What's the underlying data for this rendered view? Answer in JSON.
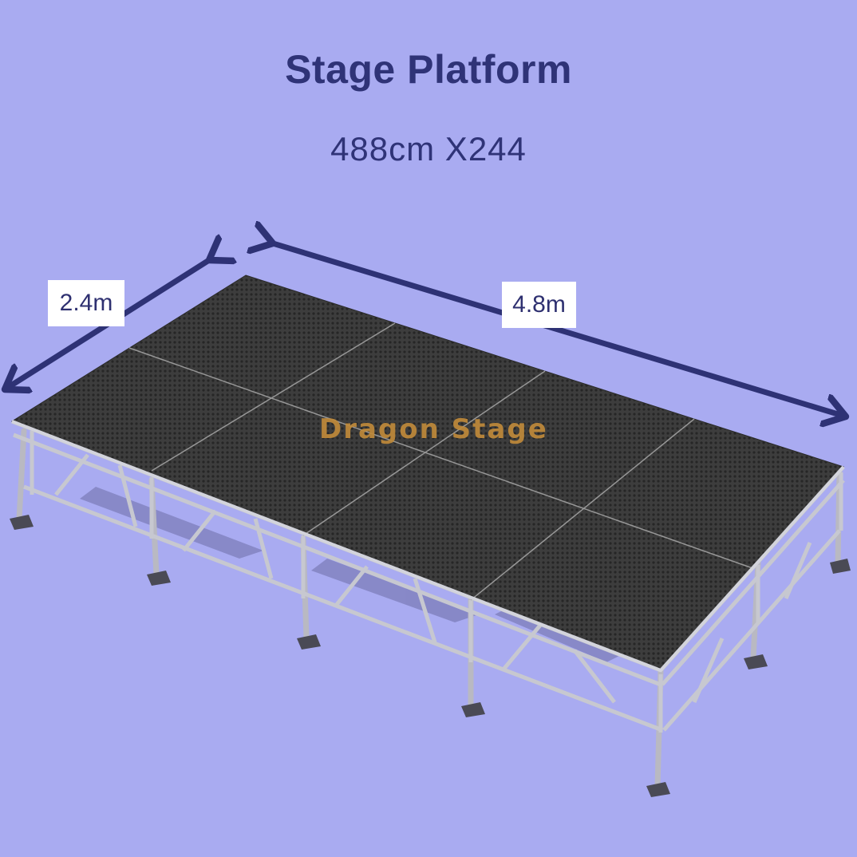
{
  "header": {
    "title": "Stage Platform",
    "subtitle": "488cm X244"
  },
  "dimensions": {
    "width_label": "2.4m",
    "length_label": "4.8m"
  },
  "watermark": "Dragon Stage",
  "product": {
    "type": "modular aluminum stage platform",
    "deck_panels": 8,
    "deck_grid": "4 x 2"
  },
  "colors": {
    "background": "#a9abf1",
    "accent_navy": "#2f3377",
    "label_bg": "#ffffff",
    "deck": "#3a3a3a",
    "frame": "#c9c9cf",
    "watermark": "#c08a3a"
  }
}
